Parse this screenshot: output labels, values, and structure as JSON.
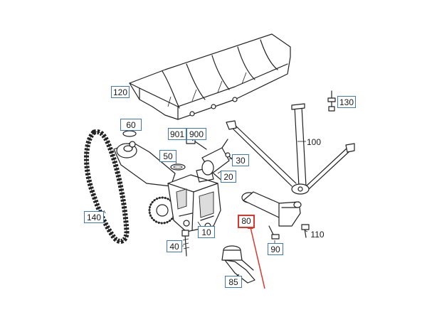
{
  "colors": {
    "label_border": "#3f78b7",
    "highlight": "#d9372a",
    "line": "#222222"
  },
  "labels": {
    "p120": "120",
    "p130": "130",
    "p60": "60",
    "p901": "901",
    "p900": "900",
    "p100": "100",
    "p50": "50",
    "p30": "30",
    "p20": "20",
    "p140": "140",
    "p80": "80",
    "p110": "110",
    "p10": "10",
    "p40": "40",
    "p90": "90",
    "p85": "85"
  }
}
